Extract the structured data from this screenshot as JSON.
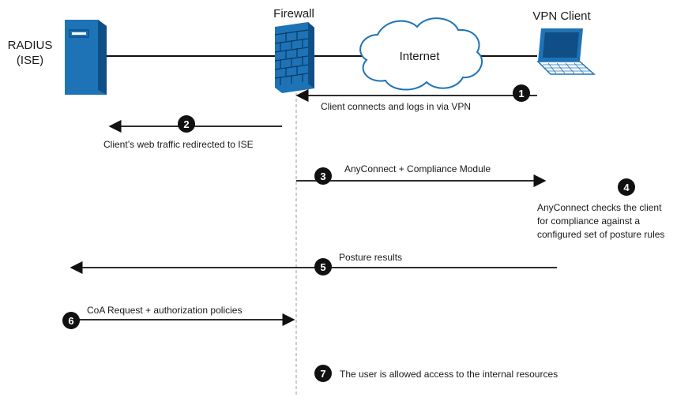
{
  "nodes": {
    "radius": {
      "line1": "RADIUS",
      "line2": "(ISE)",
      "icon": "server-icon"
    },
    "firewall": {
      "label": "Firewall",
      "icon": "firewall-icon"
    },
    "internet": {
      "label": "Internet",
      "icon": "cloud-icon"
    },
    "vpn_client": {
      "label": "VPN Client",
      "icon": "laptop-icon"
    }
  },
  "steps": [
    {
      "number": "1",
      "text": "Client connects and logs in via VPN"
    },
    {
      "number": "2",
      "text": "Client’s web traffic redirected to ISE"
    },
    {
      "number": "3",
      "text": "AnyConnect + Compliance Module"
    },
    {
      "number": "4",
      "lines": [
        "AnyConnect checks the client",
        "for compliance against a",
        "configured set of posture rules"
      ]
    },
    {
      "number": "5",
      "text": "Posture results"
    },
    {
      "number": "6",
      "text": "CoA Request + authorization policies"
    },
    {
      "number": "7",
      "text": "The user is allowed access to the internal resources"
    }
  ],
  "colors": {
    "device_blue": "#1e73b6",
    "device_dark": "#0f4f86",
    "badge": "#111111",
    "line": "#111111",
    "dashed": "#999999"
  }
}
